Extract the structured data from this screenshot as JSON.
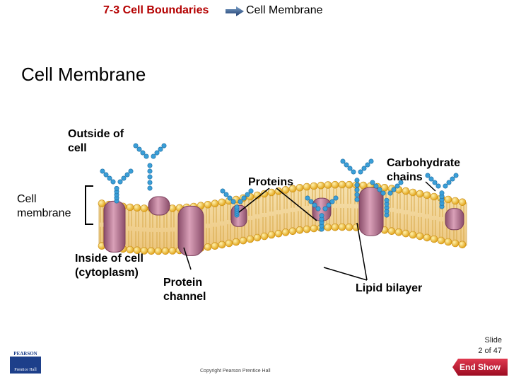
{
  "header": {
    "section": "7-3 Cell Boundaries",
    "topic": "Cell Membrane"
  },
  "slide_title": "Cell Membrane",
  "labels": {
    "outside_cell": [
      "Outside of",
      "cell"
    ],
    "cell_membrane": [
      "Cell",
      "membrane"
    ],
    "inside_cell": [
      "Inside of cell",
      "(cytoplasm)"
    ],
    "proteins": "Proteins",
    "carbohydrate_chains": [
      "Carbohydrate",
      "chains"
    ],
    "protein_channel": [
      "Protein",
      "channel"
    ],
    "lipid_bilayer": "Lipid bilayer"
  },
  "footer": {
    "slide_label": "Slide",
    "slide_count": "2 of 47",
    "copyright": "Copyright Pearson Prentice Hall",
    "end_show": "End Show",
    "logo_top": "PEARSON",
    "logo_bottom": "Prentice Hall"
  },
  "colors": {
    "header_red": "#b40000",
    "bilayer_fill": "#f3d79a",
    "lipid_head": "#f2bd2c",
    "protein": "#b8708e",
    "carbohydrate": "#3a9fd8",
    "end_show_bg": "#c8102e"
  }
}
